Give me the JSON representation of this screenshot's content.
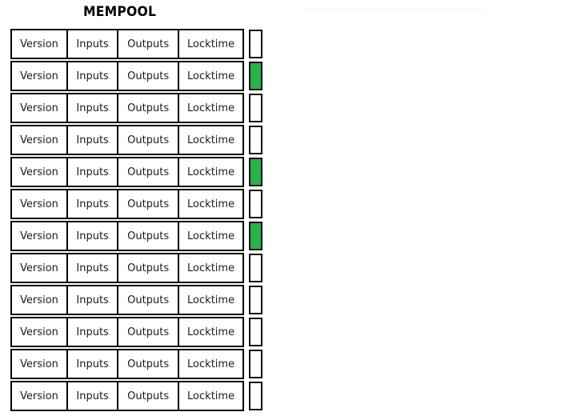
{
  "title": "MEMPOOL",
  "colors": {
    "selected_flag": "#2ab24a",
    "unselected_flag": "#ffffff",
    "border": "#000000",
    "rule": "#ededed"
  },
  "columns": [
    {
      "key": "version",
      "label": "Version"
    },
    {
      "key": "inputs",
      "label": "Inputs"
    },
    {
      "key": "outputs",
      "label": "Outputs"
    },
    {
      "key": "locktime",
      "label": "Locktime"
    }
  ],
  "transactions": [
    {
      "version": "Version",
      "inputs": "Inputs",
      "outputs": "Outputs",
      "locktime": "Locktime",
      "selected": false
    },
    {
      "version": "Version",
      "inputs": "Inputs",
      "outputs": "Outputs",
      "locktime": "Locktime",
      "selected": true
    },
    {
      "version": "Version",
      "inputs": "Inputs",
      "outputs": "Outputs",
      "locktime": "Locktime",
      "selected": false
    },
    {
      "version": "Version",
      "inputs": "Inputs",
      "outputs": "Outputs",
      "locktime": "Locktime",
      "selected": false
    },
    {
      "version": "Version",
      "inputs": "Inputs",
      "outputs": "Outputs",
      "locktime": "Locktime",
      "selected": true
    },
    {
      "version": "Version",
      "inputs": "Inputs",
      "outputs": "Outputs",
      "locktime": "Locktime",
      "selected": false
    },
    {
      "version": "Version",
      "inputs": "Inputs",
      "outputs": "Outputs",
      "locktime": "Locktime",
      "selected": true
    },
    {
      "version": "Version",
      "inputs": "Inputs",
      "outputs": "Outputs",
      "locktime": "Locktime",
      "selected": false
    },
    {
      "version": "Version",
      "inputs": "Inputs",
      "outputs": "Outputs",
      "locktime": "Locktime",
      "selected": false
    },
    {
      "version": "Version",
      "inputs": "Inputs",
      "outputs": "Outputs",
      "locktime": "Locktime",
      "selected": false
    },
    {
      "version": "Version",
      "inputs": "Inputs",
      "outputs": "Outputs",
      "locktime": "Locktime",
      "selected": false
    },
    {
      "version": "Version",
      "inputs": "Inputs",
      "outputs": "Outputs",
      "locktime": "Locktime",
      "selected": false
    }
  ]
}
